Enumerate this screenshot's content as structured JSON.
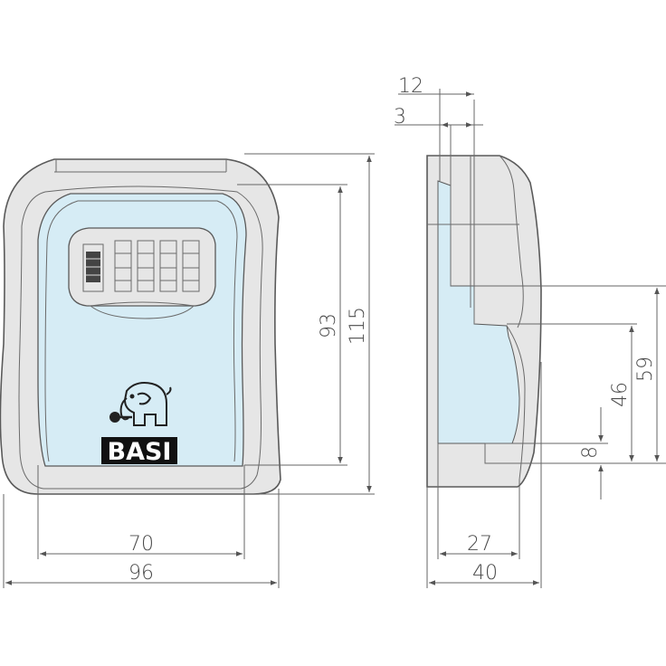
{
  "logo": {
    "text": "BASI",
    "icon": "elephant-icon"
  },
  "colors": {
    "body": "#e6e6e6",
    "panel": "#d6ecf5",
    "outline": "#5a5a5a",
    "dimension": "#555555"
  },
  "front_view": {
    "dimensions": {
      "inner_height": "93",
      "outer_height": "115",
      "inner_width": "70",
      "outer_width": "96"
    }
  },
  "side_view": {
    "dimensions": {
      "top_offset_a": "12",
      "top_offset_b": "3",
      "height_a": "46",
      "height_b": "59",
      "bottom_offset": "8",
      "inner_depth": "27",
      "outer_depth": "40"
    }
  }
}
